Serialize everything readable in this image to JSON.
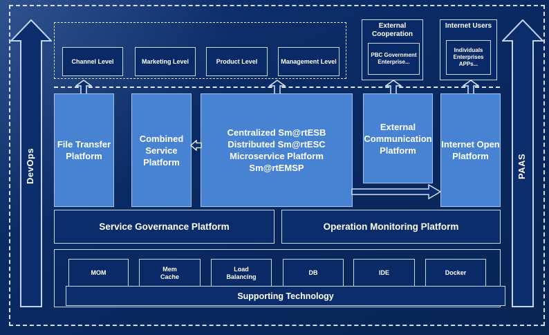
{
  "diagram": {
    "rails": {
      "left_label": "DevOps",
      "right_label": "PAAS"
    },
    "levels": {
      "items": [
        "Channel Level",
        "Marketing Level",
        "Product Level",
        "Management Level"
      ]
    },
    "external_cooperation": {
      "title": "External Cooperation",
      "members": "PBC Government Enterprise..."
    },
    "internet_users": {
      "title": "Internet Users",
      "members": "Individuals Enterprises APPs..."
    },
    "platforms": {
      "file_transfer": "File Transfer Platform",
      "combined_service": "Combined Service Platform",
      "esb_lines": [
        "Centralized Sm@rtESB",
        "Distributed Sm@rtESC",
        "Microservice Platform Sm@rtEMSP"
      ],
      "external_communication": "External Communication Platform",
      "internet_open": "Internet Open Platform"
    },
    "governance_label": "Service Governance Platform",
    "monitoring_label": "Operation Monitoring Platform",
    "supporting": {
      "title": "Supporting Technology",
      "items": [
        "MOM",
        "Mem\nCache",
        "Load\nBalancing",
        "DB",
        "IDE",
        "Docker"
      ]
    },
    "colors": {
      "background": "#0a2a64",
      "light_box": "#4783d2",
      "dark_box": "#092a66",
      "light_border": "#c9d9f0",
      "text": "#ffffff"
    }
  }
}
